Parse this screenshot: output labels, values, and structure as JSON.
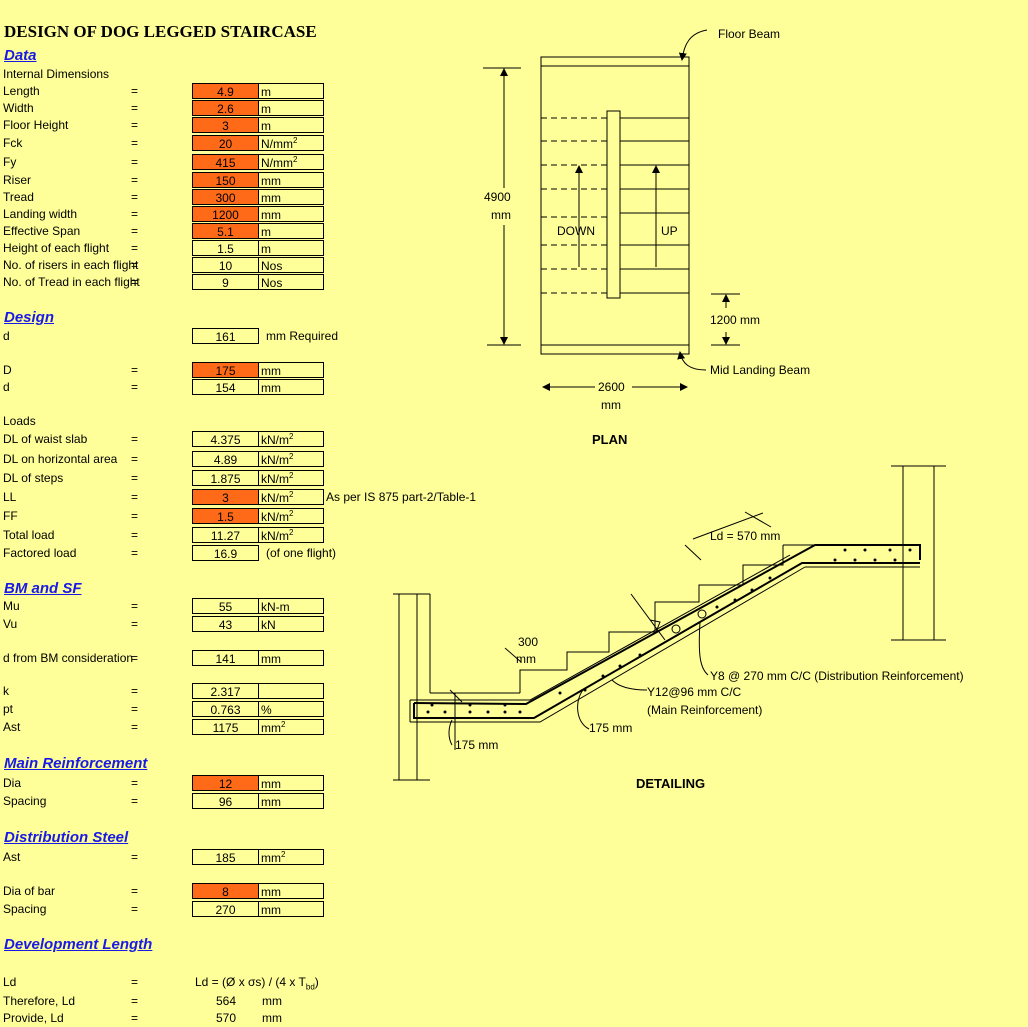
{
  "title": "DESIGN OF DOG LEGGED STAIRCASE",
  "sections": {
    "data": "Data",
    "design": "Design",
    "bmsf": "BM and SF",
    "main": "Main Reinforcement",
    "dist": "Distribution Steel",
    "dev": "Development Length"
  },
  "internal_dimensions": "Internal Dimensions",
  "loads_heading": "Loads",
  "eq": "=",
  "rows": [
    {
      "label": "Length",
      "value": "4.9",
      "unit": "m"
    },
    {
      "label": "Width",
      "value": "2.6",
      "unit": "m"
    },
    {
      "label": "Floor Height",
      "value": "3",
      "unit": "m"
    },
    {
      "label": "Fck",
      "value": "20",
      "unit": "N/mm",
      "sup": "2"
    },
    {
      "label": "Fy",
      "value": "415",
      "unit": "N/mm",
      "sup": "2"
    },
    {
      "label": "Riser",
      "value": "150",
      "unit": "mm"
    },
    {
      "label": "Tread",
      "value": "300",
      "unit": "mm"
    },
    {
      "label": "Landing width",
      "value": "1200",
      "unit": "mm"
    },
    {
      "label": "Effective Span",
      "value": "5.1",
      "unit": "m"
    },
    {
      "label": "Height of each flight",
      "value": "1.5",
      "unit": "m"
    },
    {
      "label": "No. of risers in each flight",
      "value": "10",
      "unit": "Nos"
    },
    {
      "label": "No. of Tread in each flight",
      "value": "9",
      "unit": "Nos"
    },
    {
      "label": "d",
      "value": "161",
      "unit": "mm Required"
    },
    {
      "label": "D",
      "value": "175",
      "unit": "mm"
    },
    {
      "label": "d",
      "value": "154",
      "unit": "mm"
    },
    {
      "label": "DL of waist slab",
      "value": "4.375",
      "unit": "kN/m",
      "sup": "2"
    },
    {
      "label": "DL on horizontal area",
      "value": "4.89",
      "unit": "kN/m",
      "sup": "2"
    },
    {
      "label": "DL of steps",
      "value": "1.875",
      "unit": "kN/m",
      "sup": "2"
    },
    {
      "label": "LL",
      "value": "3",
      "unit": "kN/m",
      "sup": "2"
    },
    {
      "label": "FF",
      "value": "1.5",
      "unit": "kN/m",
      "sup": "2"
    },
    {
      "label": "Total load",
      "value": "11.27",
      "unit": "kN/m",
      "sup": "2"
    },
    {
      "label": "Factored load",
      "value": "16.9",
      "unit": "(of one flight)"
    },
    {
      "label": "Mu",
      "value": "55",
      "unit": "kN-m"
    },
    {
      "label": "Vu",
      "value": "43",
      "unit": "kN"
    },
    {
      "label": "d from BM consideration",
      "value": "141",
      "unit": "mm"
    },
    {
      "label": "k",
      "value": "2.317",
      "unit": ""
    },
    {
      "label": "pt",
      "value": "0.763",
      "unit": "%"
    },
    {
      "label": "Ast",
      "value": "1175",
      "unit": "mm",
      "sup": "2"
    },
    {
      "label": "Dia",
      "value": "12",
      "unit": "mm"
    },
    {
      "label": "Spacing",
      "value": "96",
      "unit": "mm"
    },
    {
      "label": "Ast",
      "value": "185",
      "unit": "mm",
      "sup": "2"
    },
    {
      "label": "Dia of bar",
      "value": "8",
      "unit": "mm"
    },
    {
      "label": "Spacing",
      "value": "270",
      "unit": "mm"
    }
  ],
  "ll_note": "As per IS 875 part-2/Table-1",
  "dev": {
    "ld_label": "Ld",
    "formula_pre": "Ld = (Ø x σs) / (4 x T",
    "formula_sub": "bd",
    "formula_post": ")",
    "therefore_label": "Therefore, Ld",
    "therefore_value": "564",
    "therefore_unit": "mm",
    "provide_label": "Provide, Ld",
    "provide_value": "570",
    "provide_unit": "mm"
  },
  "plan": {
    "floor_beam": "Floor Beam",
    "mid_landing_beam": "Mid Landing Beam",
    "length_value": "4900",
    "length_unit": "mm",
    "landing": "1200 mm",
    "width_value": "2600",
    "width_unit": "mm",
    "down": "DOWN",
    "up": "UP",
    "caption": "PLAN"
  },
  "detailing": {
    "ld": "Ld = 570 mm",
    "tread_value": "300",
    "tread_unit": "mm",
    "dist_bar": "Y8 @ 270 mm C/C (Distribution Reinforcement)",
    "main_bar": "Y12@96 mm C/C",
    "main_bar_note": "(Main Reinforcement)",
    "dim_left": "175 mm",
    "dim_mid": "175 mm",
    "caption": "DETAILING"
  },
  "colors": {
    "background": "#ffff99",
    "input_cell": "#ff6a19",
    "section_heading": "#1a1ae6"
  }
}
